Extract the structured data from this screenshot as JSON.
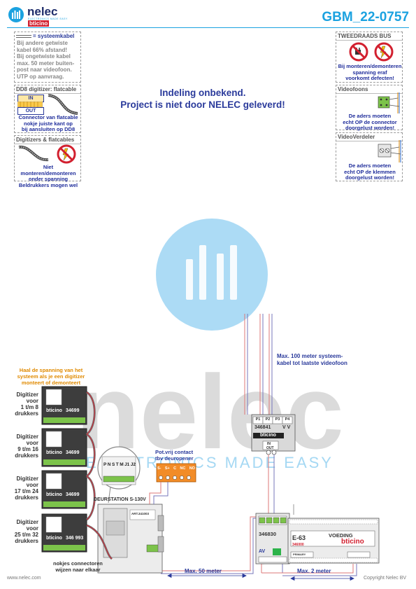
{
  "header": {
    "brand_name": "nelec",
    "brand_tagline": "ELECTRONICS MADE EASY",
    "brand_sub": "bticino",
    "doc_id": "GBM_22-0757"
  },
  "notes_left": {
    "cable": {
      "title": "= systeemkabel",
      "lines": [
        "Bij andere getwiste",
        "kabel 66% afstand!",
        "Bij ongetwiste kabel",
        "max. 50 meter buiten-",
        "post naar videofoon.",
        "UTP op aanvraag."
      ]
    },
    "dd8": {
      "title": "DD8 digitizer: flatcable",
      "in": "IN",
      "out": "OUT",
      "lines": [
        "Connector van flatcable",
        "nokje juiste kant op",
        "bij aansluiten op DD8"
      ]
    },
    "digitizers": {
      "title": "Digitizers & flatcables",
      "lines": [
        "Niet monteren/demonteren",
        "onder spanning",
        "Beldrukkers mogen wel"
      ]
    }
  },
  "notes_right": {
    "bus": {
      "title": "TWEEDRAADS BUS",
      "lines": [
        "Bij monteren/demonteren",
        "spanning eraf",
        "voorkomt defecten!"
      ]
    },
    "videophones": {
      "title": "Videofoons",
      "lines": [
        "De aders moeten",
        "echt OP de connector",
        "doorgelust worden!"
      ]
    },
    "distributor": {
      "title": "VideoVerdeler",
      "lines": [
        "De aders moeten",
        "echt OP de klemmen",
        "doorgelust worden!"
      ]
    }
  },
  "center_message": {
    "line1": "Indeling onbekend.",
    "line2": "Project is niet door NELEC geleverd!"
  },
  "diagram": {
    "warning_lines": [
      "Haal de spanning van het",
      "systeem als je een digitizer",
      "monteert of demonteert"
    ],
    "digitizers": [
      {
        "lines": [
          "Digitizer",
          "voor",
          "1 t/m 8",
          "drukkers"
        ],
        "part": "34699"
      },
      {
        "lines": [
          "Digitizer",
          "voor",
          "9 t/m 16",
          "drukkers"
        ],
        "part": "34699"
      },
      {
        "lines": [
          "Digitizer",
          "voor",
          "17 t/m 24",
          "drukkers"
        ],
        "part": "34699"
      },
      {
        "lines": [
          "Digitizer",
          "voor",
          "25 t/m 32",
          "drukkers"
        ],
        "part": "346 993"
      }
    ],
    "notch_note": [
      "nokjes connectoren",
      "wijzen naar elkaar"
    ],
    "door_station": {
      "label": "DEURSTATION S-130V",
      "model": "ART.341003"
    },
    "jumper_terminals": [
      "P",
      "N",
      "S",
      "T",
      "M",
      "J1",
      "J2"
    ],
    "contact_lines": [
      "Pot.vrij contact",
      "tbv deuropener"
    ],
    "contact_terminals": [
      "S-",
      "S+",
      "C",
      "NC",
      "NO"
    ],
    "riser_note": [
      "Max. 100 meter systeem-",
      "kabel tot laatste videofoon"
    ],
    "distributor": {
      "part": "346841",
      "ports": [
        "P1",
        "P2",
        "P3",
        "P4"
      ],
      "vv": "V V",
      "in": "IN",
      "out": "OUT"
    },
    "admitter": {
      "part": "346830",
      "av": "AV"
    },
    "power": {
      "model": "E-63",
      "label": "VOEDING",
      "part": "346000",
      "primary": "PRIMARY"
    },
    "dist_50": "Max. 50 meter",
    "dist_2": "Max. 2 meter",
    "bticino": "bticino"
  },
  "watermark": {
    "text": "nelec",
    "tagline": "ELECTRONICS MADE EASY"
  },
  "footer": {
    "website": "www.nelec.com",
    "copyright": "Copyright Nelec BV"
  },
  "colors": {
    "brand_blue": "#1ba2e0",
    "dark_blue": "#1f2d6b",
    "warning_orange": "#e08a00",
    "accent_red": "#d2202f"
  }
}
